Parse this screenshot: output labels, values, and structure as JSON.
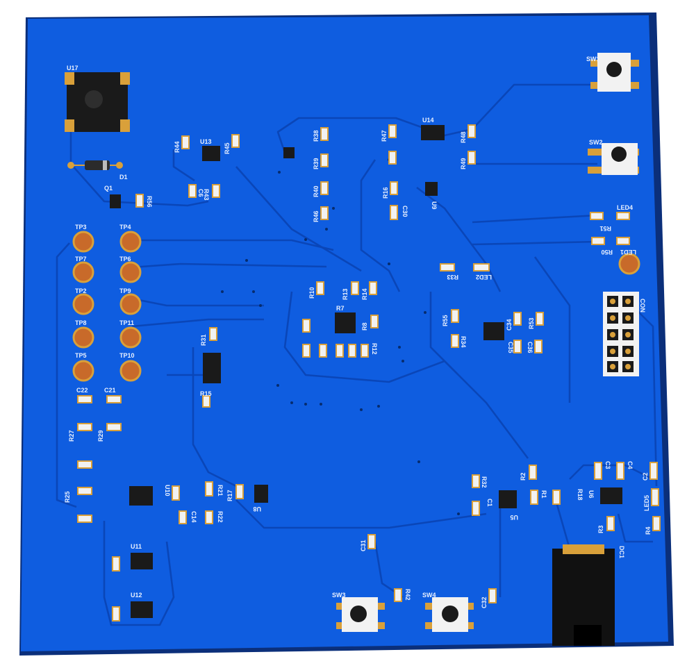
{
  "board": {
    "colors": {
      "mask": "#0f5de0",
      "mask_dark": "#0a3fa8",
      "edge": "#0b2f7a",
      "trace": "#0a46b8",
      "pad": "#d9a03a",
      "body": "#1a1a1a",
      "silk": "#e8f0ff"
    },
    "labels": {
      "u17": "U17",
      "d1": "D1",
      "q1": "Q1",
      "r56": "R56",
      "r44": "R44",
      "u13": "U13",
      "r45": "R45",
      "r43": "R43",
      "c6": "C6",
      "r38": "R38",
      "r39": "R39",
      "r40": "R40",
      "r46": "R46",
      "r47": "R47",
      "u14": "U14",
      "r48": "R48",
      "r49": "R49",
      "r16": "R16",
      "u9": "U9",
      "c30": "C30",
      "sw1": "SW1",
      "sw2": "SW2",
      "sw3": "SW3",
      "sw4": "SW4",
      "led4": "LED4",
      "r51": "R51",
      "r50": "R50",
      "led1": "LED1",
      "r33": "R33",
      "led2": "LED2",
      "con": "CON",
      "tp3": "TP3",
      "tp4": "TP4",
      "tp7": "TP7",
      "tp6": "TP6",
      "tp2": "TP2",
      "tp9": "TP9",
      "tp8": "TP8",
      "tp11": "TP11",
      "tp5": "TP5",
      "tp10": "TP10",
      "c22": "C22",
      "c21": "C21",
      "r27": "R27",
      "r29": "R29",
      "r31": "R31",
      "r15": "R15",
      "r10": "R10",
      "r7": "R7",
      "r13": "R13",
      "r14": "R14",
      "r8": "R8",
      "r12": "R12",
      "r55": "R55",
      "r34": "R34",
      "c34": "C34",
      "r53": "R53",
      "c35": "C35",
      "c36": "C36",
      "r25": "R25",
      "u10": "U10",
      "r21": "R21",
      "c14": "C14",
      "r22": "R22",
      "r17": "R17",
      "u8": "U8",
      "u11": "U11",
      "u12": "U12",
      "c31": "C31",
      "r42": "R42",
      "c32": "C32",
      "r32": "R32",
      "c1": "C1",
      "u5": "U5",
      "r2": "R2",
      "r1": "R1",
      "r18": "R18",
      "u6": "U6",
      "c3": "C3",
      "c4": "C4",
      "c2": "C2",
      "led5": "LED5",
      "r3": "R3",
      "r4": "R4",
      "dc1": "DC1"
    }
  }
}
